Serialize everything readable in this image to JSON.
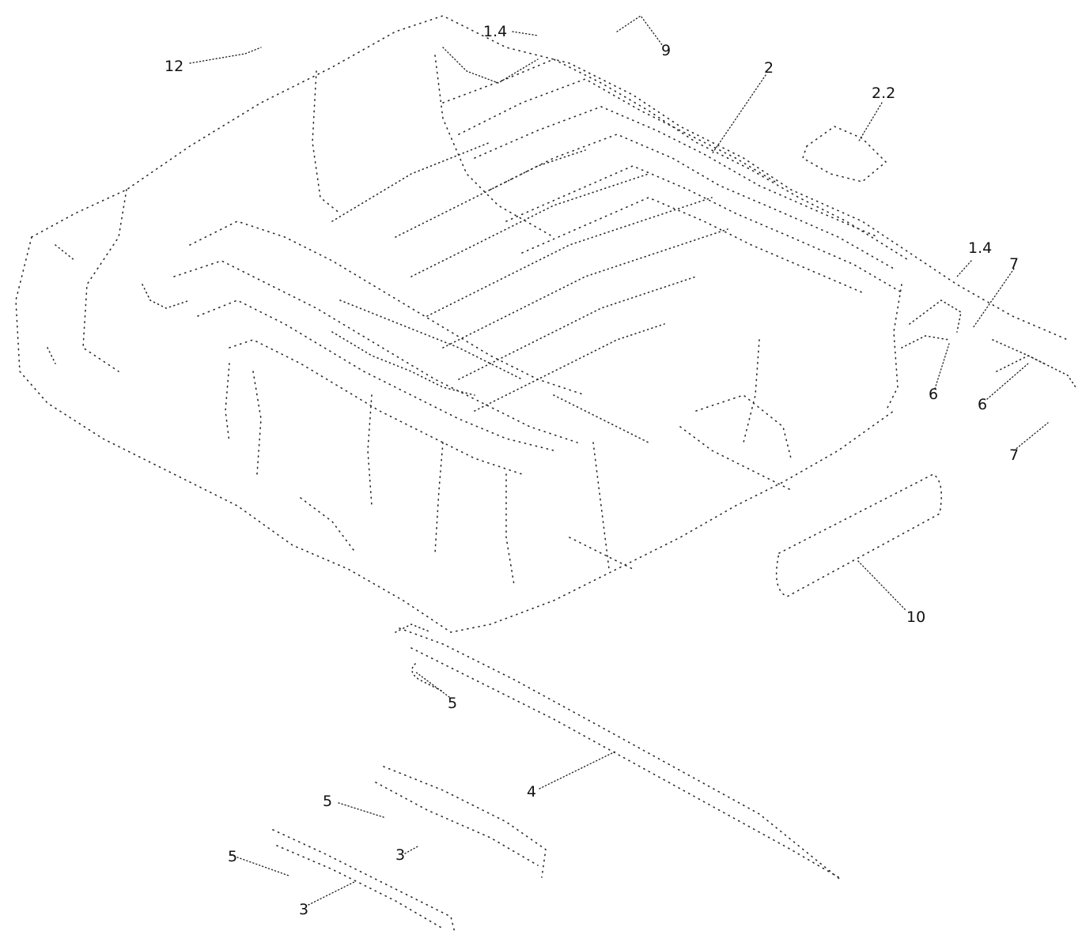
{
  "diagram": {
    "callouts": [
      {
        "id": "c1",
        "label": "1.4"
      },
      {
        "id": "c2",
        "label": "9"
      },
      {
        "id": "c3",
        "label": "12"
      },
      {
        "id": "c4",
        "label": "2"
      },
      {
        "id": "c5",
        "label": "2.2"
      },
      {
        "id": "c6",
        "label": "1.4"
      },
      {
        "id": "c7",
        "label": "7"
      },
      {
        "id": "c8",
        "label": "6"
      },
      {
        "id": "c9",
        "label": "6"
      },
      {
        "id": "c10",
        "label": "7"
      },
      {
        "id": "c11",
        "label": "10"
      },
      {
        "id": "c12",
        "label": "5"
      },
      {
        "id": "c13",
        "label": "4"
      },
      {
        "id": "c14",
        "label": "5"
      },
      {
        "id": "c15",
        "label": "3"
      },
      {
        "id": "c16",
        "label": "5"
      },
      {
        "id": "c17",
        "label": "3"
      }
    ]
  }
}
